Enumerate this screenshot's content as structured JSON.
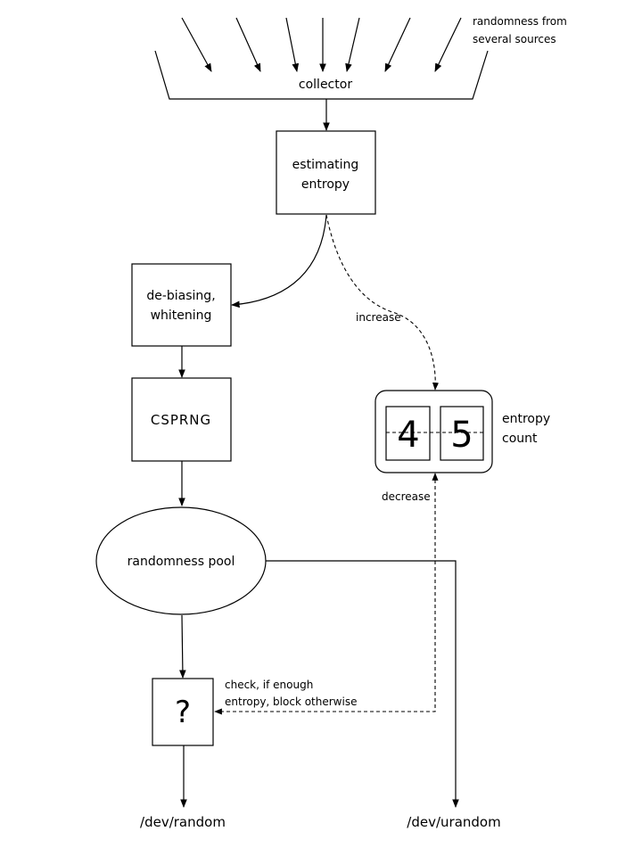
{
  "labels": {
    "sources": [
      "randomness from",
      "several sources"
    ],
    "collector": "collector",
    "estimating": [
      "estimating",
      "entropy"
    ],
    "debiasing": [
      "de-biasing,",
      "whitening"
    ],
    "csprng": "CSPRNG",
    "pool": "randomness pool",
    "increase": "increase",
    "decrease": "decrease",
    "counter_digits": [
      "4",
      "5"
    ],
    "entropy_count": [
      "entropy",
      "count"
    ],
    "check": [
      "check, if enough",
      "entropy, block otherwise"
    ],
    "gate": "?",
    "dev_random": "/dev/random",
    "dev_urandom": "/dev/urandom"
  }
}
